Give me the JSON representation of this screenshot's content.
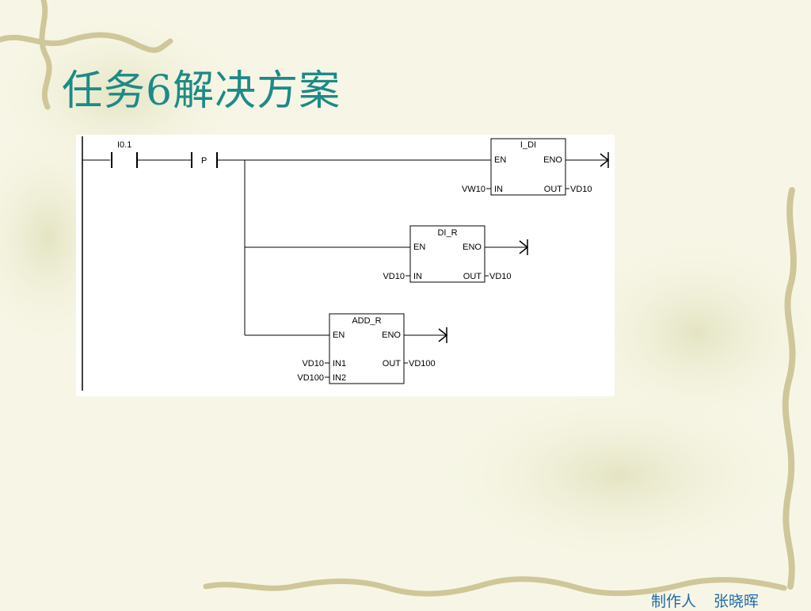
{
  "slide": {
    "title": "任务6解决方案",
    "author_label": "制作人",
    "author_name": "张晓晖"
  },
  "diagram": {
    "contact": "I0.1",
    "edge_detector": "P",
    "blocks": [
      {
        "name": "I_DI",
        "en": "EN",
        "eno": "ENO",
        "in_pins": [
          "IN"
        ],
        "out_pin": "OUT",
        "in_vars": [
          "VW10"
        ],
        "out_var": "VD10"
      },
      {
        "name": "DI_R",
        "en": "EN",
        "eno": "ENO",
        "in_pins": [
          "IN"
        ],
        "out_pin": "OUT",
        "in_vars": [
          "VD10"
        ],
        "out_var": "VD10"
      },
      {
        "name": "ADD_R",
        "en": "EN",
        "eno": "ENO",
        "in_pins": [
          "IN1",
          "IN2"
        ],
        "out_pin": "OUT",
        "in_vars": [
          "VD10",
          "VD100"
        ],
        "out_var": "VD100"
      }
    ]
  },
  "colors": {
    "title": "#1d8a86",
    "author": "#1d6aa8",
    "vine": "#cfc79a",
    "background": "#f7f6e6"
  }
}
